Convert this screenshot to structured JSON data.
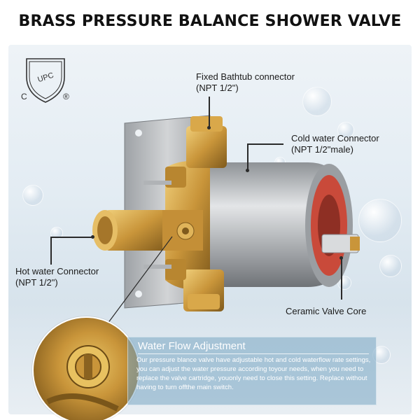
{
  "title": "BRASS PRESSURE BALANCE SHOWER VALVE",
  "certification": {
    "mark": "UPC",
    "left_letter": "C",
    "right_symbol": "®"
  },
  "callouts": {
    "fixed_bathtub": {
      "line1": "Fixed Bathtub connector",
      "line2": "(NPT 1/2\")"
    },
    "cold_water": {
      "line1": "Cold water Connector",
      "line2": "(NPT 1/2\"male)"
    },
    "hot_water": {
      "line1": "Hot water Connector",
      "line2": "(NPT 1/2\")"
    },
    "ceramic_core": {
      "line1": "Ceramic Valve Core"
    }
  },
  "info": {
    "title": "Water Flow Adjustment",
    "text": "Our pressure blance valve have adjustable hot and cold waterflow rate settings, you can adjust the water pressure according toyour needs, when you need to replace the valve cartridge, youonly need to close this setting. Replace without having to turn offthe main switch."
  },
  "colors": {
    "brass": "#c9953a",
    "steel": "#b9bcbf",
    "ceramic": "#c94a3a",
    "infobox": "#78a5c3"
  }
}
